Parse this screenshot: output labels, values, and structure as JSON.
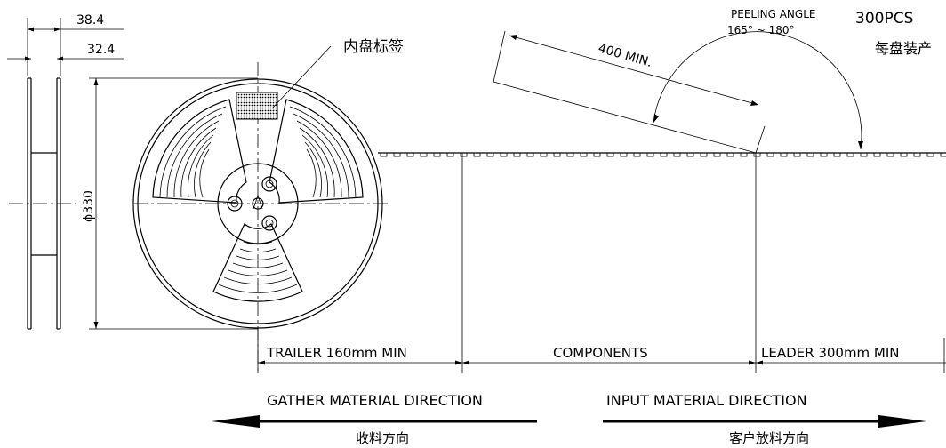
{
  "dims": {
    "outer_width": "38.4",
    "inner_width": "32.4",
    "diameter": "ϕ330"
  },
  "reel_label": "内盘标签",
  "tape": {
    "peel_length": "400 MIN.",
    "peeling_angle_title": "PEELING ANGLE",
    "peeling_angle_range": "165°  ~  180°",
    "quantity": "300PCS",
    "quantity_cn": "每盘装产"
  },
  "sections": {
    "trailer": "TRAILER  160mm  MIN",
    "components": "COMPONENTS",
    "leader": "LEADER  300mm  MIN"
  },
  "directions": {
    "gather": "GATHER  MATERIAL  DIRECTION",
    "gather_cn": "收料方向",
    "input": "INPUT  MATERIAL  DIRECTION",
    "input_cn": "客户放料方向"
  },
  "colors": {
    "line": "#000000",
    "background": "#ffffff"
  }
}
